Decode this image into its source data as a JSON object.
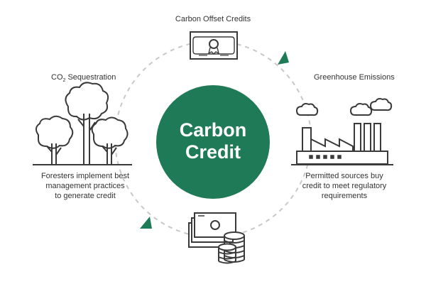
{
  "center": {
    "line1": "Carbon",
    "line2": "Credit"
  },
  "nodes": {
    "top": {
      "label": "Carbon Offset Credits",
      "icon": "certificate-icon"
    },
    "left": {
      "label_main": "CO",
      "label_sub": "2",
      "label_rest": " Sequestration",
      "icon": "forest-trees-icon",
      "desc": [
        "Foresters implement best",
        "management practices",
        "to generate credit"
      ]
    },
    "right": {
      "label": "Greenhouse Emissions",
      "icon": "factory-icon",
      "desc": [
        "Permitted sources buy",
        "credit to meet regulatory",
        "requirements"
      ]
    },
    "bottom": {
      "icon": "money-and-coins-icon"
    }
  },
  "colors": {
    "accent": "#1f7a57",
    "icon_stroke": "#3a3a3a",
    "cycle_dash": "#c8c8c8",
    "text": "#333333",
    "background": "#ffffff"
  }
}
